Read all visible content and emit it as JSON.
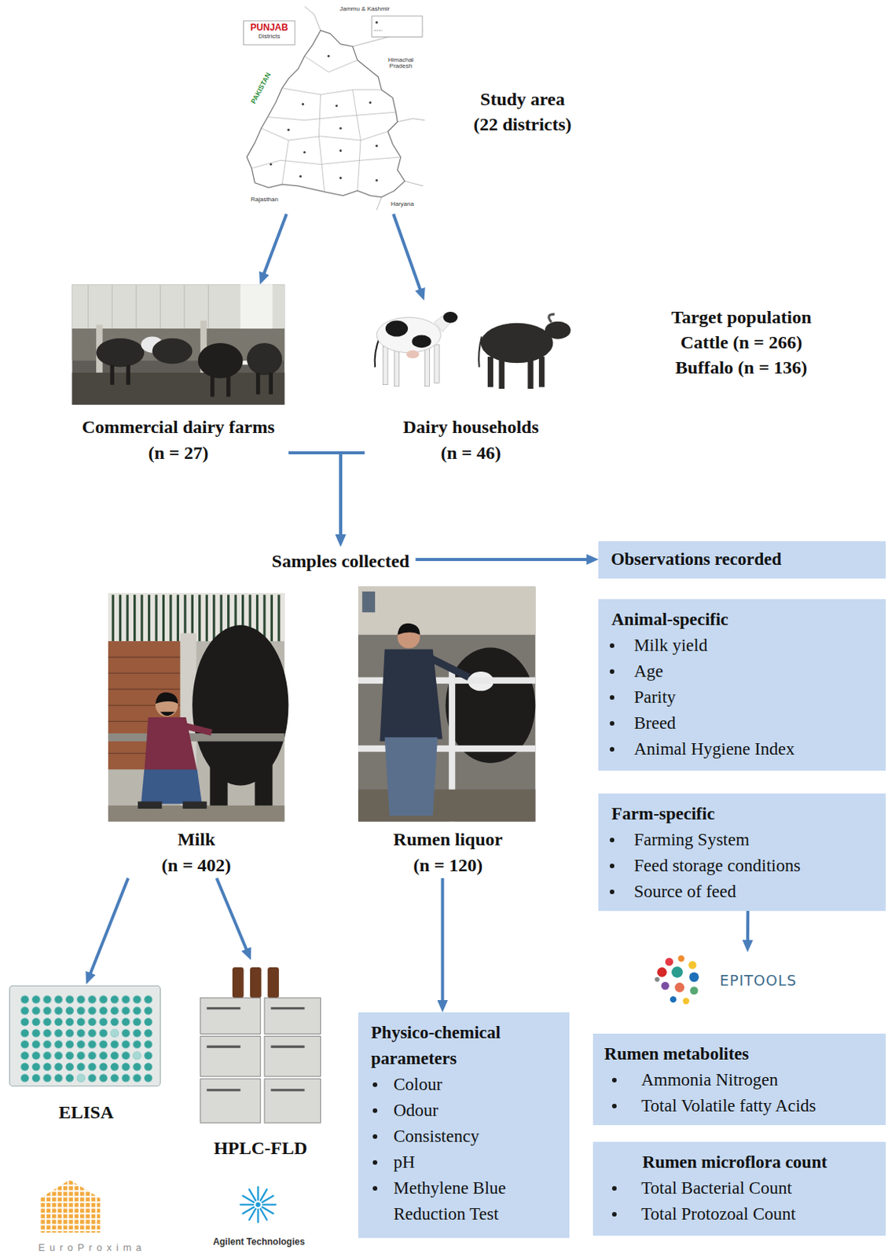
{
  "diagram": {
    "nodes": [
      {
        "text": [
          "Jammu & Kashmir",
          "PUNJAB",
          "Districts",
          "Himachal Pradesh",
          "PAKISTAN",
          "Rajasthan",
          "Haryana"
        ]
      },
      {
        "text": [
          "Commercial dairy farms",
          "(n = 27)"
        ]
      },
      {
        "text": [
          "Dairy households",
          "(n = 46)"
        ]
      },
      {
        "text": [
          "Samples collected"
        ]
      },
      {
        "text": [
          "Observations recorded"
        ]
      },
      {
        "text": [
          "Animal-specific",
          "Milk yield",
          "Age",
          "Parity",
          "Breed",
          "Animal Hygiene Index"
        ]
      },
      {
        "text": [
          "Farm-specific",
          "Farming System",
          "Feed storage conditions",
          "Source of feed"
        ]
      },
      {
        "text": [
          "Milk",
          "(n = 402)"
        ]
      },
      {
        "text": [
          "Rumen liquor",
          "(n = 120)"
        ]
      },
      {
        "text": [
          "ELISA"
        ]
      },
      {
        "text": [
          "HPLC-FLD"
        ]
      },
      {
        "text": [
          "Physico-chemical parameters",
          "Colour",
          "Odour",
          "Consistency",
          "pH",
          "Methylene Blue Reduction Test"
        ]
      },
      {
        "text": [
          "EPITOOLS"
        ]
      },
      {
        "text": [
          "Rumen metabolites",
          "Ammonia Nitrogen",
          "Total Volatile fatty Acids"
        ]
      },
      {
        "text": [
          "Rumen microflora count",
          "Total Bacterial Count",
          "Total Protozoal Count"
        ]
      }
    ],
    "edges": [
      {
        "from": 0,
        "to": 1,
        "arrow": "to"
      },
      {
        "from": 0,
        "to": 2,
        "arrow": "to"
      },
      {
        "from": 1,
        "to": 3,
        "arrow": "to"
      },
      {
        "from": 2,
        "to": 3,
        "arrow": "to"
      },
      {
        "from": 3,
        "to": 4,
        "arrow": "to"
      },
      {
        "from": 6,
        "to": 12,
        "arrow": "to"
      },
      {
        "from": 7,
        "to": 9,
        "arrow": "to"
      },
      {
        "from": 7,
        "to": 10,
        "arrow": "to"
      },
      {
        "from": 8,
        "to": 11,
        "arrow": "to"
      }
    ],
    "labels": [
      "Study area (22 districts)",
      "Target population Cattle (n = 266) Buffalo (n = 136)",
      "EuroProxima",
      "Agilent Technologies"
    ]
  }
}
